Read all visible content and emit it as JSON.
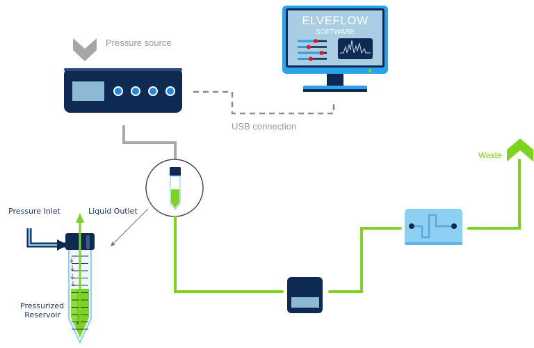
{
  "labels": {
    "pressure_source": "Pressure source",
    "usb_connection": "USB connection",
    "waste": "Waste",
    "pressure_inlet": "Pressure Inlet",
    "liquid_outlet": "Liquid Outlet",
    "reservoir_line1": "Pressurized",
    "reservoir_line2": "Reservoir"
  },
  "monitor": {
    "brand": "ELVEFLOW",
    "subtitle": "SOFTWARE",
    "sliders": [
      0.62,
      0.38,
      0.82,
      0.45
    ]
  },
  "pressure_controller": {
    "knob_count": 4
  },
  "colors": {
    "navy": "#0f2a52",
    "light_blue": "#2aa3e8",
    "screen_blue": "#8cb9d3",
    "chip_blue": "#8ed0f2",
    "liquid_green": "#7ed321",
    "tube_gray": "#a8a8a8",
    "red_dot": "#e8141c"
  }
}
